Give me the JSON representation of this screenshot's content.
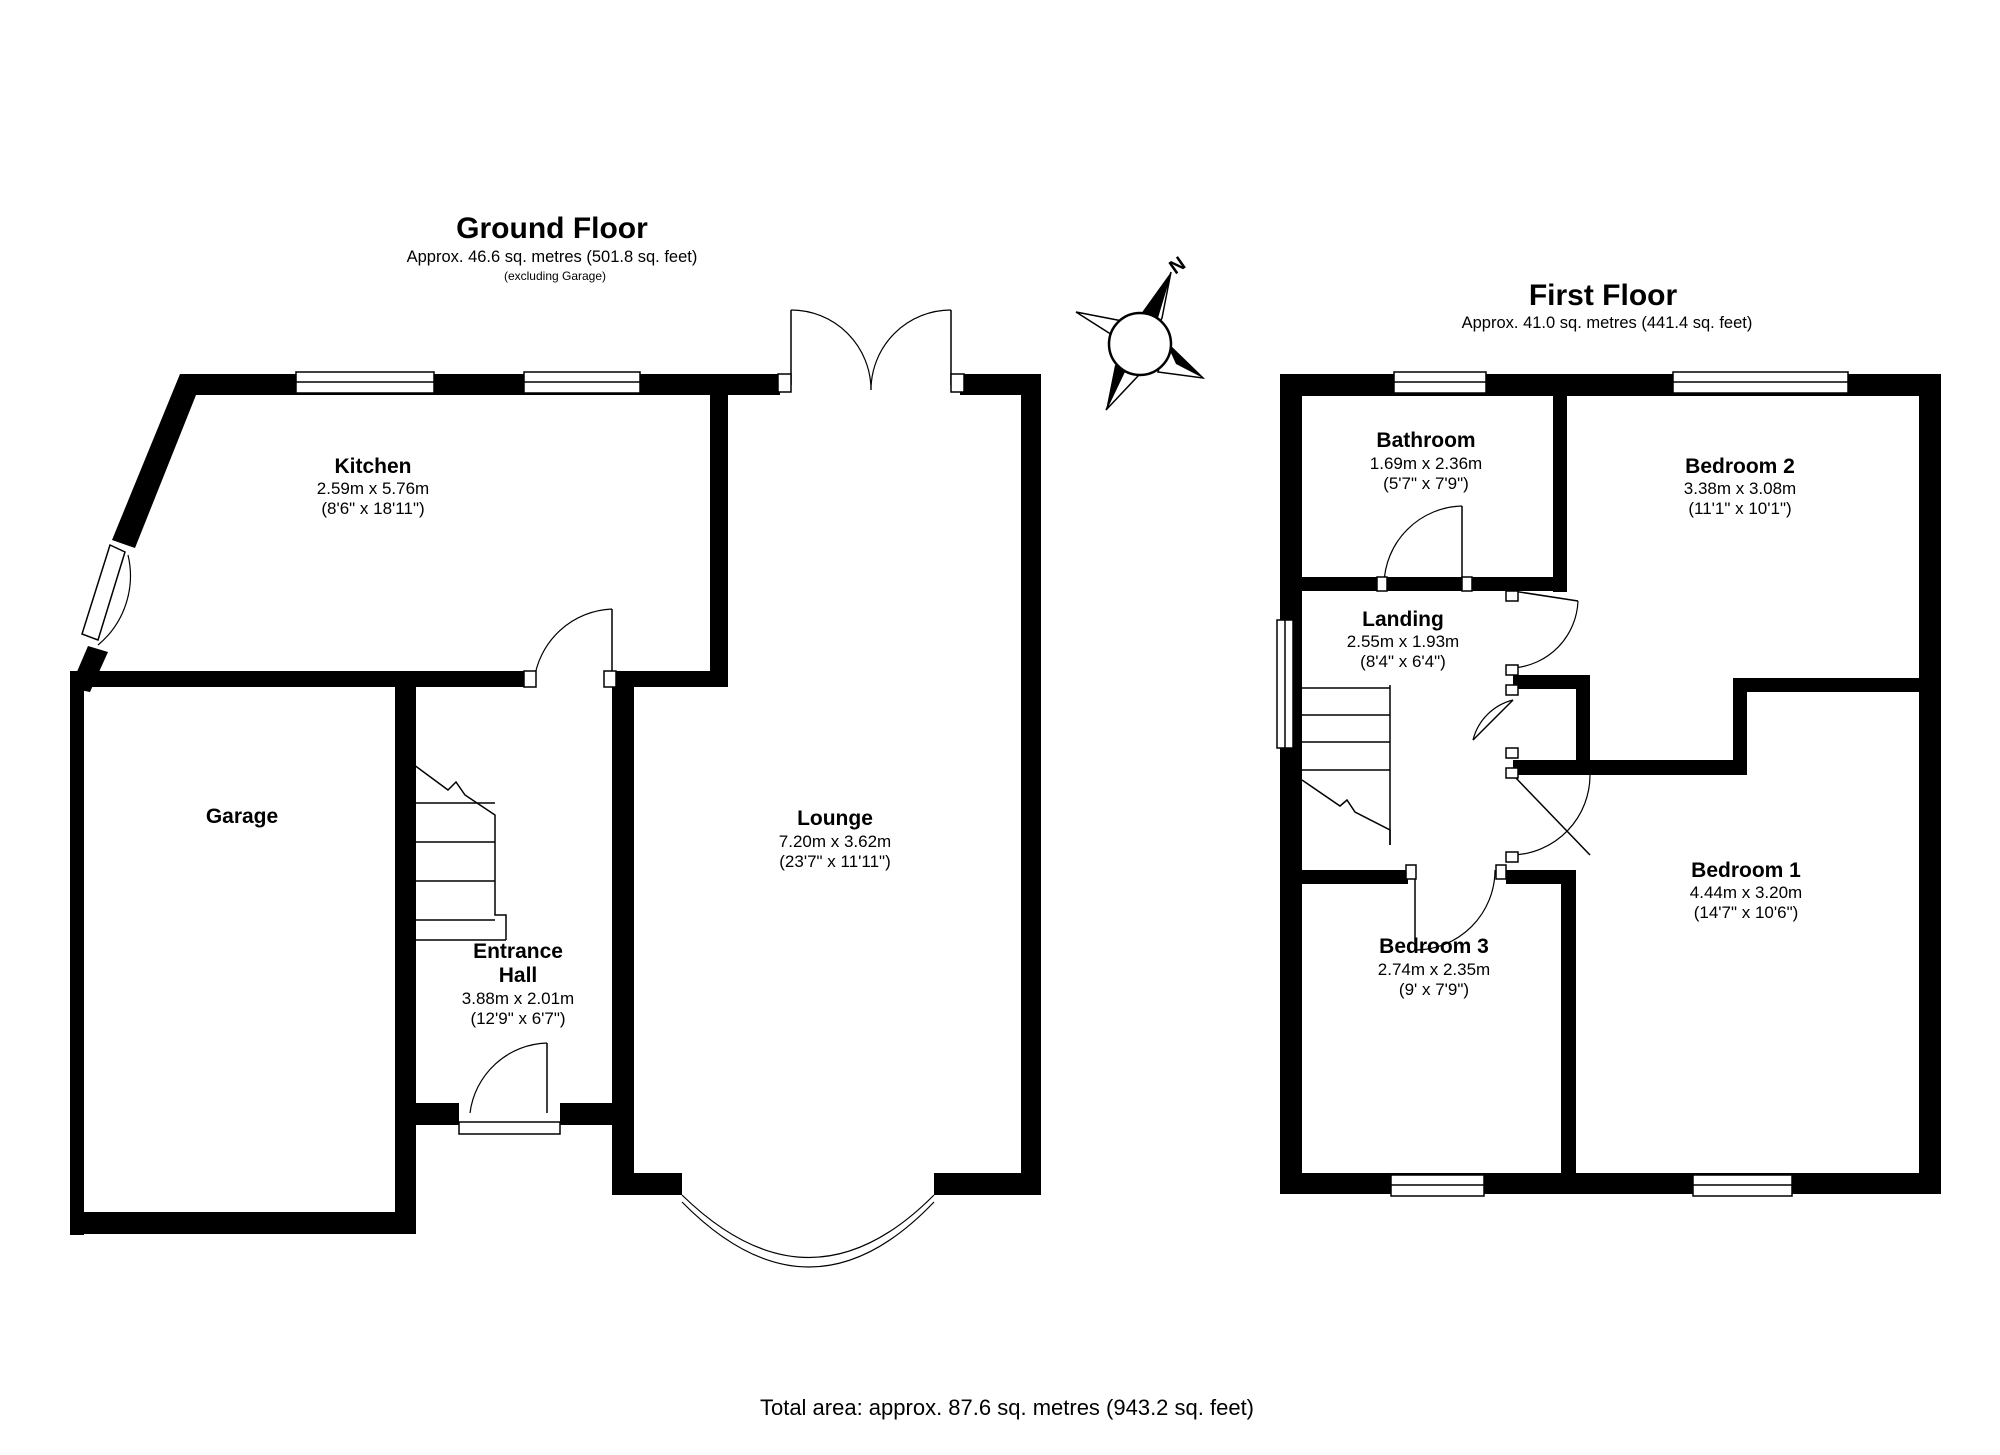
{
  "ground_floor": {
    "title": "Ground Floor",
    "area": "Approx. 46.6 sq. metres (501.8 sq. feet)",
    "note": "(excluding Garage)",
    "rooms": [
      {
        "name": "Kitchen",
        "metric": "2.59m x 5.76m",
        "imperial": "(8'6\" x 18'11\")"
      },
      {
        "name": "Garage"
      },
      {
        "name": "Lounge",
        "metric": "7.20m x 3.62m",
        "imperial": "(23'7\" x 11'11\")"
      },
      {
        "name": "Entrance",
        "name2": "Hall",
        "metric": "3.88m x 2.01m",
        "imperial": "(12'9\" x 6'7\")"
      }
    ]
  },
  "first_floor": {
    "title": "First Floor",
    "area": "Approx. 41.0 sq. metres (441.4 sq. feet)",
    "rooms": [
      {
        "name": "Bathroom",
        "metric": "1.69m x 2.36m",
        "imperial": "(5'7\" x 7'9\")"
      },
      {
        "name": "Bedroom 2",
        "metric": "3.38m x 3.08m",
        "imperial": "(11'1\" x 10'1\")"
      },
      {
        "name": "Landing",
        "metric": "2.55m x 1.93m",
        "imperial": "(8'4\" x 6'4\")"
      },
      {
        "name": "Bedroom 1",
        "metric": "4.44m x 3.20m",
        "imperial": "(14'7\" x 10'6\")"
      },
      {
        "name": "Bedroom 3",
        "metric": "2.74m x 2.35m",
        "imperial": "(9' x 7'9\")"
      }
    ]
  },
  "compass": {
    "label": "N",
    "icon": "north-compass-icon"
  },
  "total_area": "Total area: approx. 87.6 sq. metres (943.2 sq. feet)"
}
